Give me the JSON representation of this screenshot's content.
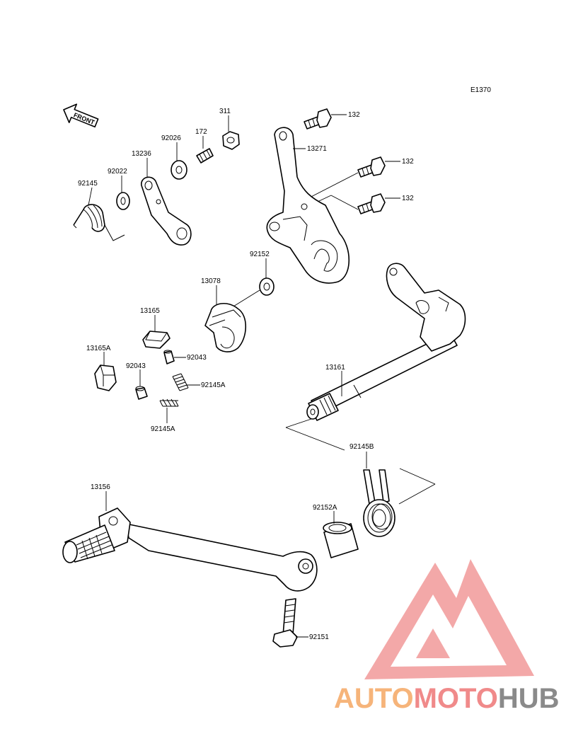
{
  "figure_code": "E1370",
  "front_label": "FRONT",
  "parts": {
    "p311": "311",
    "p172": "172",
    "p92026": "92026",
    "p13236": "13236",
    "p92022": "92022",
    "p92145": "92145",
    "p132_top": "132",
    "p132_mid": "132",
    "p132_low": "132",
    "p13271": "13271",
    "p92152": "92152",
    "p13078": "13078",
    "p13165": "13165",
    "p13165A": "13165A",
    "p92043_a": "92043",
    "p92043_b": "92043",
    "p92145A_a": "92145A",
    "p92145A_b": "92145A",
    "p13161": "13161",
    "p92145B": "92145B",
    "p13156": "13156",
    "p92152A": "92152A",
    "p92151": "92151"
  },
  "watermark": {
    "part1": "AUTO",
    "part2": "MOTO",
    "part3": "HUB"
  },
  "colors": {
    "watermark_orange": "#f6b47a",
    "watermark_red": "#f08a8a",
    "watermark_gray": "#8a8a8a",
    "triangle": "#f19a9a"
  }
}
